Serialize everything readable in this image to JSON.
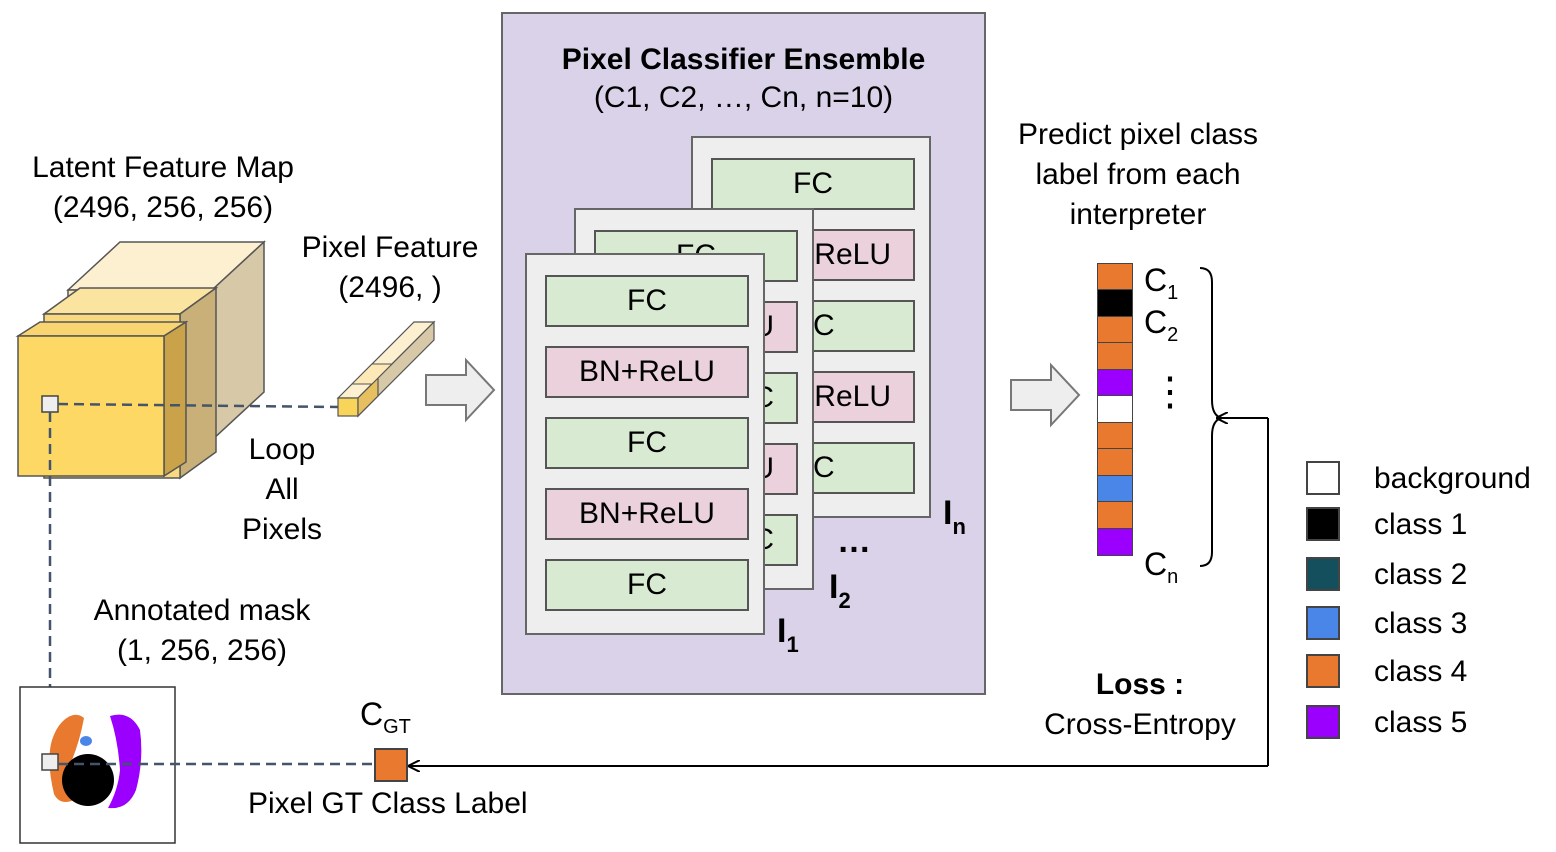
{
  "feature_map": {
    "title_line1": "Latent Feature Map",
    "title_line2": "(2496, 256, 256)"
  },
  "pixel_feature": {
    "title_line1": "Pixel Feature",
    "title_line2": "(2496, )"
  },
  "loop": {
    "line1": "Loop",
    "line2": "All",
    "line3": "Pixels"
  },
  "mask": {
    "title_line1": "Annotated mask",
    "title_line2": "(1, 256, 256)"
  },
  "gt": {
    "label_main": "C",
    "label_sub": "GT",
    "caption": "Pixel GT Class Label",
    "color": "#e8792f"
  },
  "ensemble": {
    "title": "Pixel Classifier Ensemble",
    "subtitle": "(C1, C2, …, Cn, n=10)",
    "layers": [
      "FC",
      "BN+ReLU",
      "FC",
      "BN+ReLU",
      "FC"
    ],
    "back_peek": [
      "FC",
      "ReLU",
      "C",
      "ReLU",
      "C"
    ],
    "mid_peek": [
      "FC",
      "U",
      "C",
      "U",
      "C"
    ],
    "interpreters": [
      {
        "main": "I",
        "sub": "1"
      },
      {
        "main": "I",
        "sub": "2"
      },
      {
        "main": "I",
        "sub": "n"
      }
    ],
    "ellipsis": "…"
  },
  "prediction": {
    "title_line1": "Predict pixel class",
    "title_line2": "label from each",
    "title_line3": "interpreter",
    "cells": [
      "#e8792f",
      "#000000",
      "#e8792f",
      "#e8792f",
      "#9b00ff",
      "#ffffff",
      "#e8792f",
      "#e8792f",
      "#4a86e8",
      "#e8792f",
      "#9b00ff"
    ],
    "labels": [
      {
        "main": "C",
        "sub": "1"
      },
      {
        "main": "C",
        "sub": "2"
      },
      {
        "main": "C",
        "sub": "n"
      }
    ],
    "vdots": "⋮"
  },
  "loss": {
    "title": "Loss :",
    "subtitle": "Cross-Entropy"
  },
  "legend": [
    {
      "label": "background",
      "color": "#ffffff"
    },
    {
      "label": "class 1",
      "color": "#000000"
    },
    {
      "label": "class 2",
      "color": "#134f5c"
    },
    {
      "label": "class 3",
      "color": "#4a86e8"
    },
    {
      "label": "class 4",
      "color": "#e8792f"
    },
    {
      "label": "class 5",
      "color": "#9b00ff"
    }
  ]
}
